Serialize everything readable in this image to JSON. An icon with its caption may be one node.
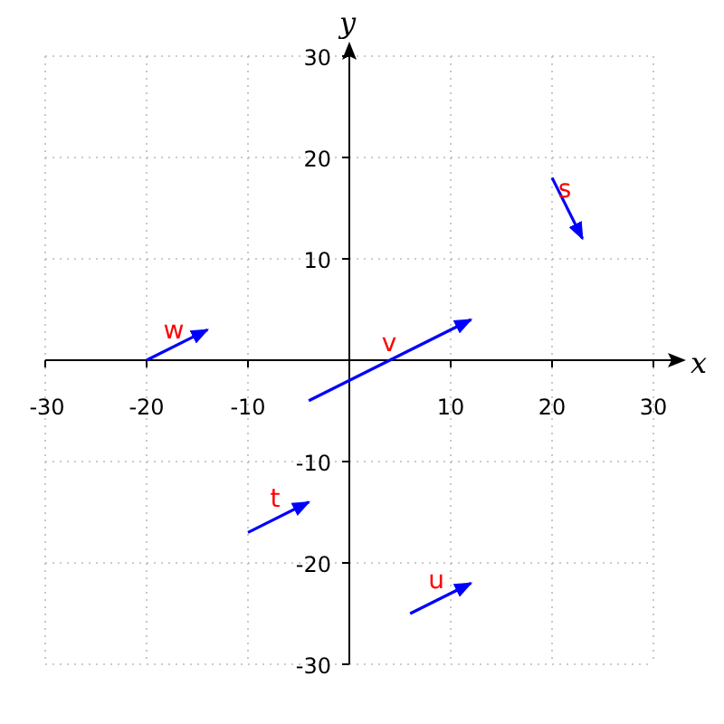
{
  "diagram": {
    "labels": [
      "y",
      "30",
      "s",
      "20",
      "10",
      "w",
      "v",
      "-30",
      "-20",
      "-10",
      "10",
      "20",
      "30",
      "x",
      "-10",
      "t",
      "-20",
      "u",
      "-30"
    ]
  }
}
